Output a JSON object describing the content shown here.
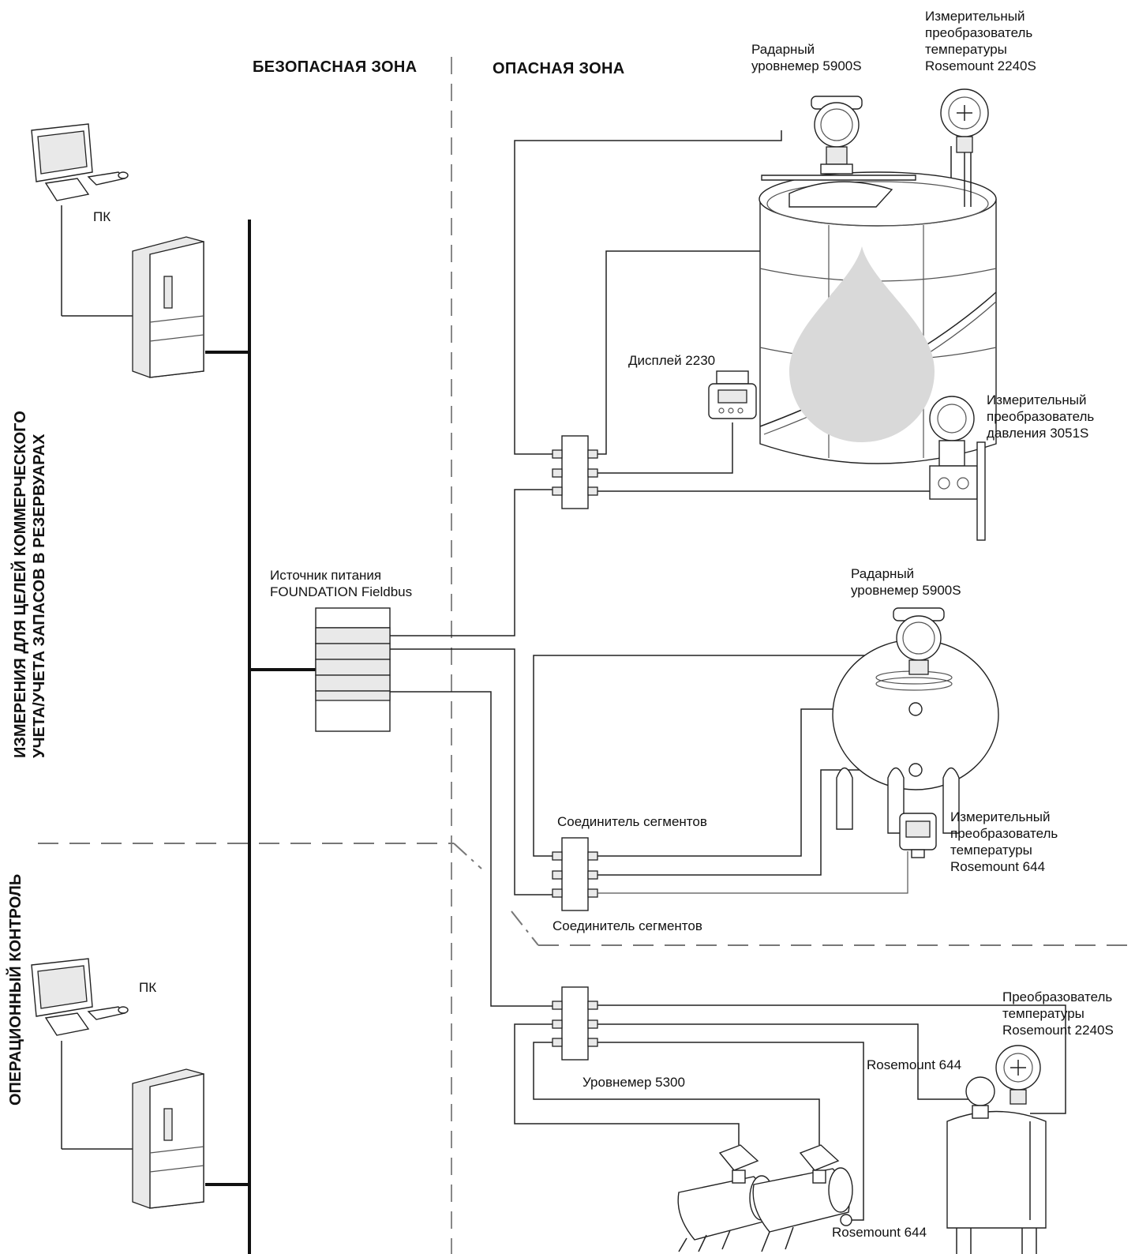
{
  "zones": {
    "safe": "БЕЗОПАСНАЯ ЗОНА",
    "hazard": "ОПАСНАЯ ЗОНА"
  },
  "side_labels": {
    "custody": "ИЗМЕРЕНИЯ ДЛЯ ЦЕЛЕЙ КОММЕРЧЕСКОГО\nУЧЕТА/УЧЕТА ЗАПАСОВ В РЕЗЕРВУАРАХ",
    "operational": "ОПЕРАЦИОННЫЙ КОНТРОЛЬ"
  },
  "labels": {
    "pc_top": "ПК",
    "pc_bottom": "ПК",
    "radar_1": "Радарный\nуровнемер 5900S",
    "temp_2240_1": "Измерительный\nпреобразователь\nтемпературы\nRosemount 2240S",
    "display": "Дисплей 2230",
    "pressure": "Измерительный\nпреобразователь\nдавления 3051S",
    "power_supply": "Источник питания\nFOUNDATION Fieldbus",
    "radar_2": "Радарный\nуровнемер 5900S",
    "segment_1": "Соединитель сегментов",
    "temp_644_1": "Измерительный\nпреобразователь\nтемпературы\nRosemount 644",
    "segment_2": "Соединитель сегментов",
    "temp_2240_2": "Преобразователь\nтемпературы\nRosemount 2240S",
    "rosemount_644_a": "Rosemount 644",
    "level_5300": "Уровнемер 5300",
    "rosemount_644_b": "Rosemount 644"
  },
  "colors": {
    "bus": "#111111",
    "zone_divider": "#777777",
    "liquid_drop": "#d9d9d9"
  }
}
